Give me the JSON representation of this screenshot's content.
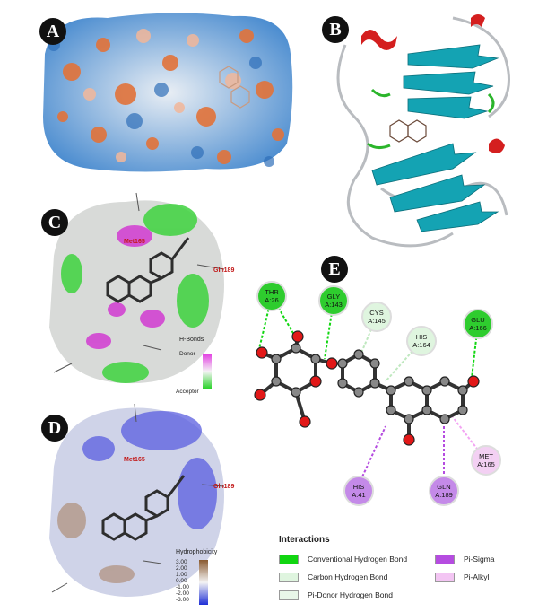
{
  "panels": {
    "A": {
      "badge": "A"
    },
    "B": {
      "badge": "B"
    },
    "C": {
      "badge": "C",
      "residues": [
        "Met165",
        "Gln189"
      ],
      "legend_title": "H-Bonds",
      "legend_top": "Donor",
      "legend_bottom": "Acceptor"
    },
    "D": {
      "badge": "D",
      "residues": [
        "Met165",
        "Gln189"
      ],
      "legend_title": "Hydrophobicity",
      "scale": [
        "3.00",
        "2.00",
        "1.00",
        "0.00",
        "-1.00",
        "-2.00",
        "-3.00"
      ]
    },
    "E": {
      "badge": "E"
    }
  },
  "interaction_nodes": [
    {
      "l1": "THR",
      "l2": "A:26",
      "color": "#2ecc2e"
    },
    {
      "l1": "GLY",
      "l2": "A:143",
      "color": "#2ecc2e"
    },
    {
      "l1": "CYS",
      "l2": "A:145",
      "color": "#dff5df"
    },
    {
      "l1": "HIS",
      "l2": "A:164",
      "color": "#dff5df"
    },
    {
      "l1": "GLU",
      "l2": "A:166",
      "color": "#2ecc2e"
    },
    {
      "l1": "HIS",
      "l2": "A:41",
      "color": "#c48ae8"
    },
    {
      "l1": "GLN",
      "l2": "A:189",
      "color": "#c48ae8"
    },
    {
      "l1": "MET",
      "l2": "A:165",
      "color": "#f3d0f3"
    }
  ],
  "legend": {
    "title": "Interactions",
    "items": [
      {
        "label": "Conventional Hydrogen Bond",
        "color": "#11d611"
      },
      {
        "label": "Carbon Hydrogen Bond",
        "color": "#dff5df"
      },
      {
        "label": "Pi-Donor Hydrogen Bond",
        "color": "#e8f6e8"
      },
      {
        "label": "Pi-Sigma",
        "color": "#b54ce0"
      },
      {
        "label": "Pi-Alkyl",
        "color": "#f3c5f3"
      }
    ]
  }
}
